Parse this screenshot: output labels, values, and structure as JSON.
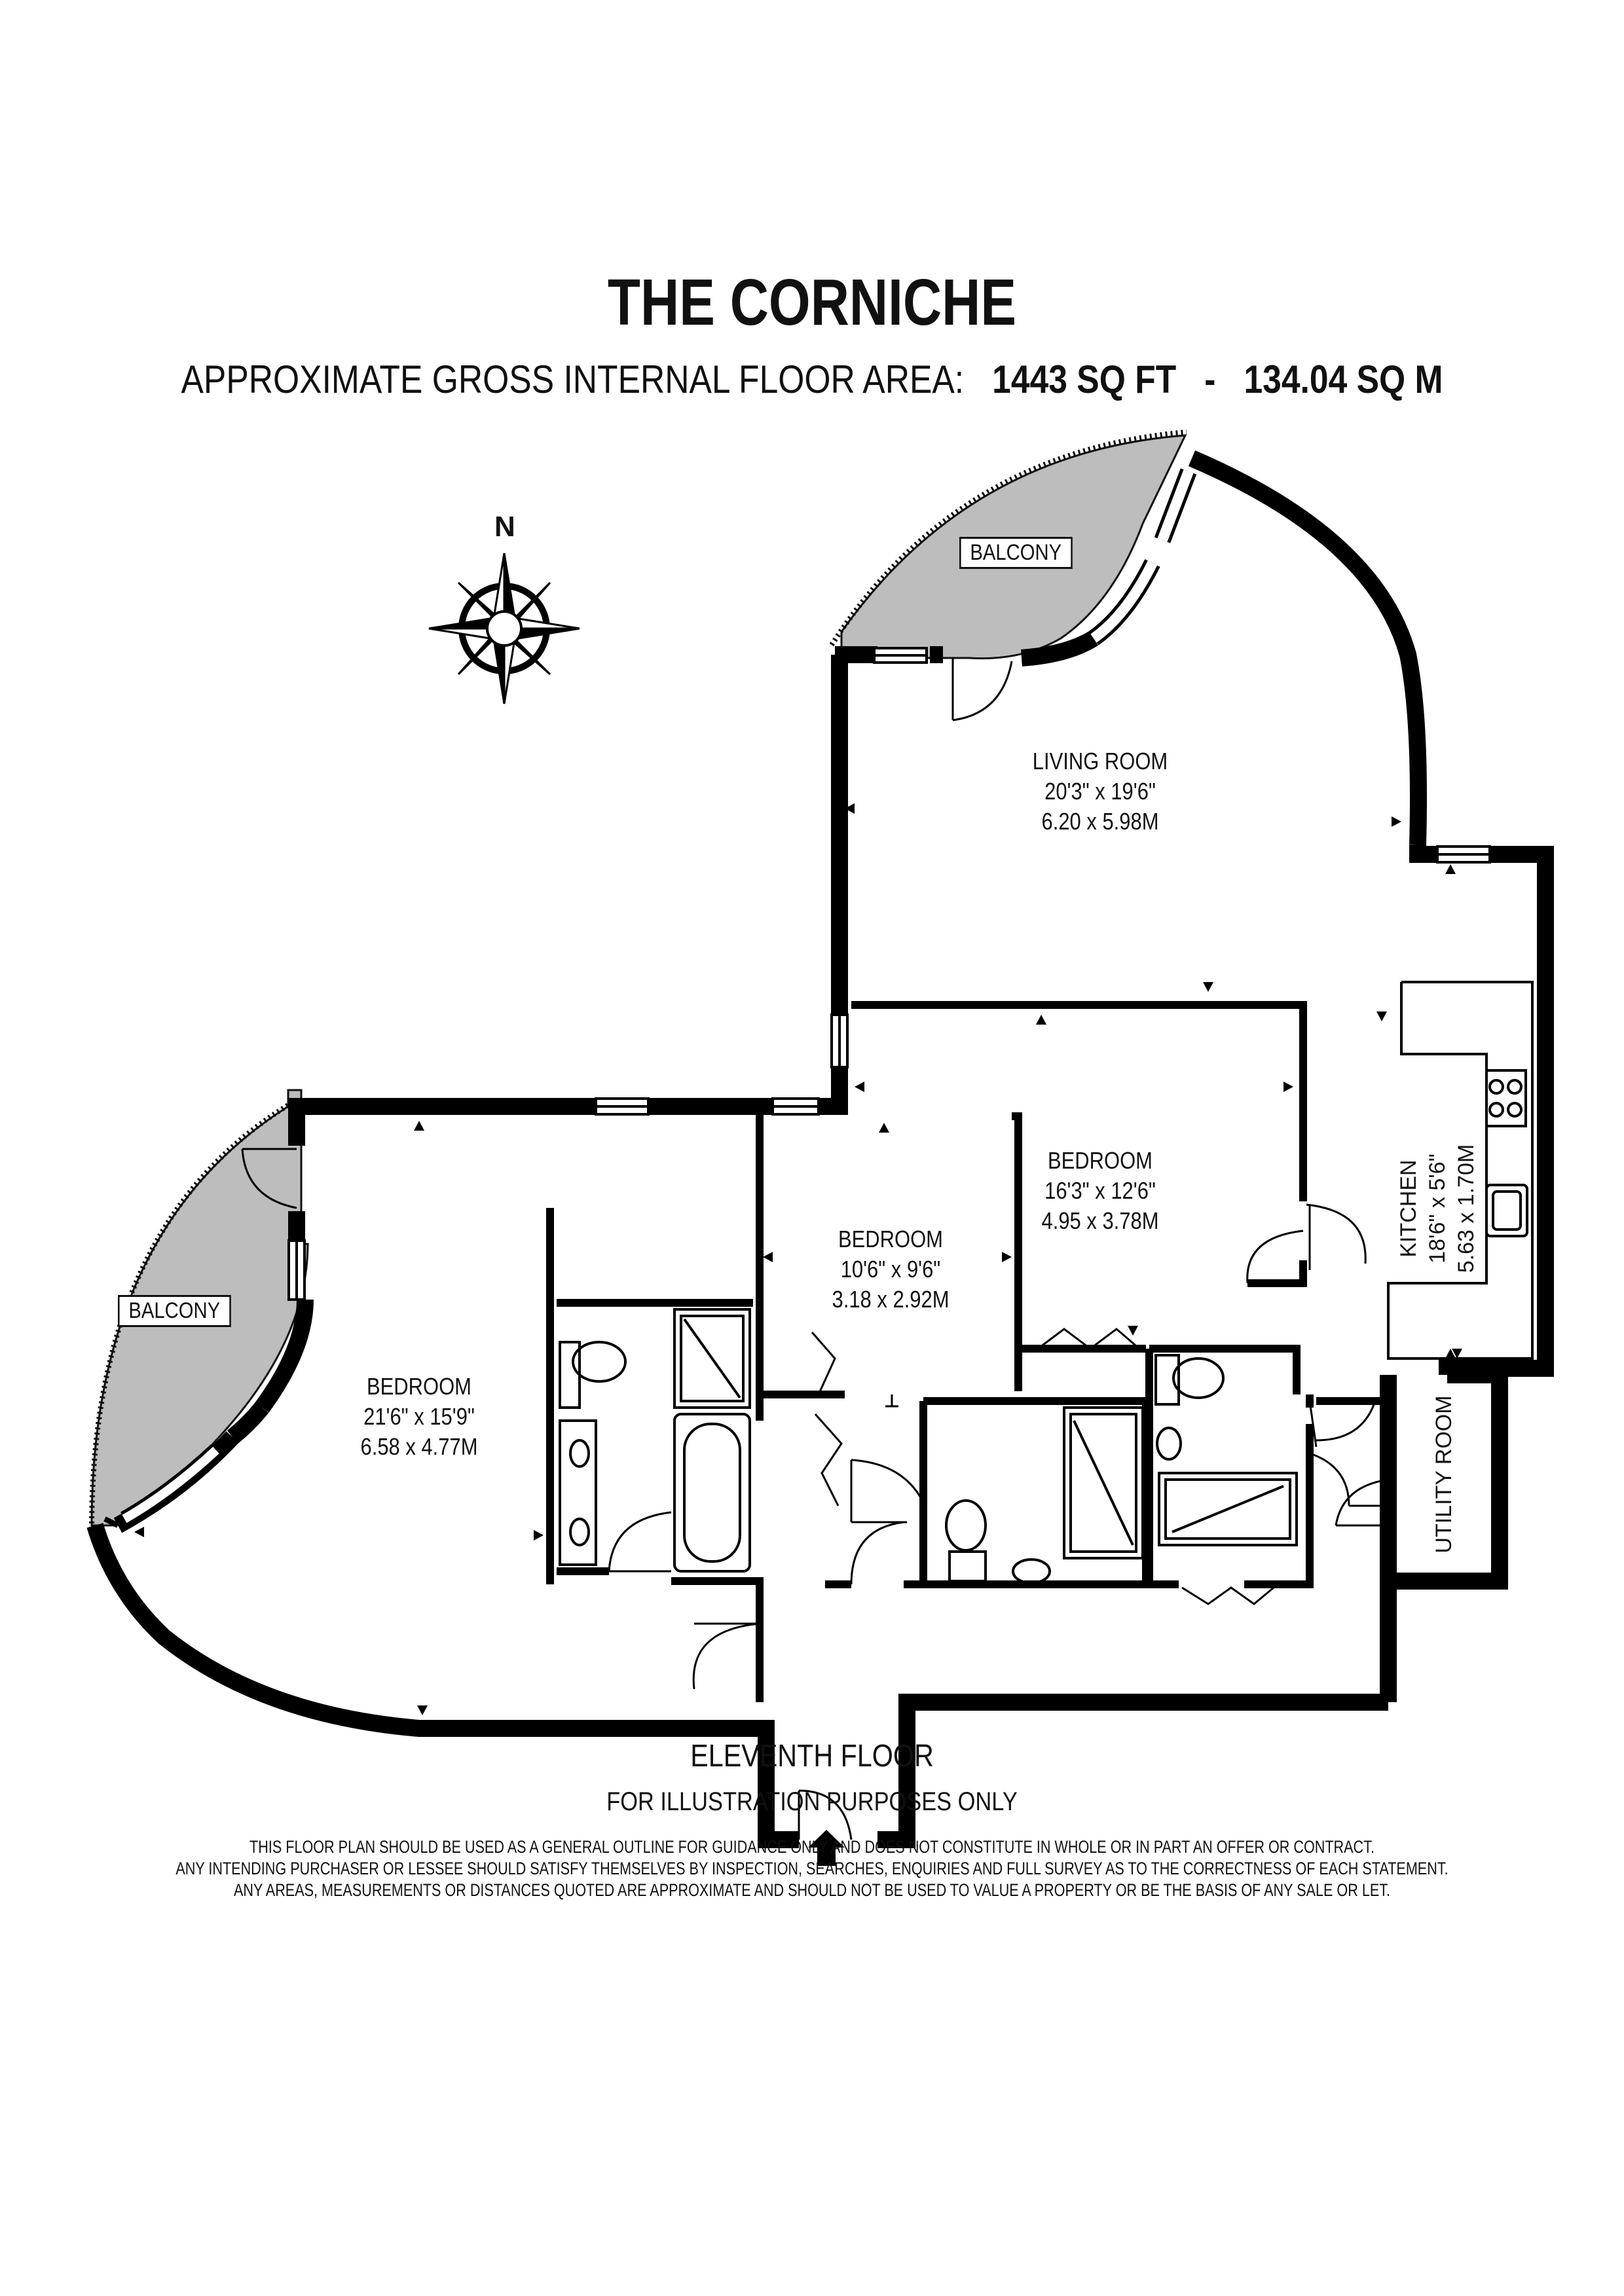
{
  "title": "THE CORNICHE",
  "area": {
    "label": "APPROXIMATE GROSS INTERNAL FLOOR AREA:",
    "sq_ft": "1443 SQ FT",
    "separator": "-",
    "sq_m": "134.04 SQ M"
  },
  "compass": {
    "north_label": "N"
  },
  "rooms": {
    "living": {
      "name": "LIVING ROOM",
      "imperial": "20'3\" x 19'6\"",
      "metric": "6.20 x 5.98M"
    },
    "bedroom_right": {
      "name": "BEDROOM",
      "imperial": "16'3\" x 12'6\"",
      "metric": "4.95 x 3.78M"
    },
    "bedroom_middle": {
      "name": "BEDROOM",
      "imperial": "10'6\" x 9'6\"",
      "metric": "3.18 x 2.92M"
    },
    "bedroom_left": {
      "name": "BEDROOM",
      "imperial": "21'6\" x 15'9\"",
      "metric": "6.58 x 4.77M"
    },
    "kitchen": {
      "name": "KITCHEN",
      "imperial": "18'6\" x 5'6\"",
      "metric": "5.63 x 1.70M"
    },
    "utility": {
      "name": "UTILITY ROOM"
    },
    "balcony_top": {
      "name": "BALCONY"
    },
    "balcony_left": {
      "name": "BALCONY"
    }
  },
  "floor_label": "ELEVENTH FLOOR",
  "illustration_note": "FOR ILLUSTRATION PURPOSES ONLY",
  "disclaimer": [
    "THIS FLOOR PLAN SHOULD BE USED AS A GENERAL OUTLINE FOR GUIDANCE ONLY AND DOES NOT CONSTITUTE IN WHOLE OR IN PART AN OFFER OR CONTRACT.",
    "ANY INTENDING PURCHASER OR LESSEE SHOULD SATISFY THEMSELVES BY INSPECTION, SEARCHES, ENQUIRIES AND FULL SURVEY AS TO THE CORRECTNESS OF EACH STATEMENT.",
    "ANY AREAS, MEASUREMENTS OR DISTANCES QUOTED ARE APPROXIMATE AND SHOULD NOT BE USED TO VALUE A PROPERTY OR BE THE BASIS OF ANY SALE OR LET."
  ],
  "colors": {
    "wall": "#000000",
    "balcony_fill": "#bdbdbd",
    "background": "#ffffff"
  }
}
